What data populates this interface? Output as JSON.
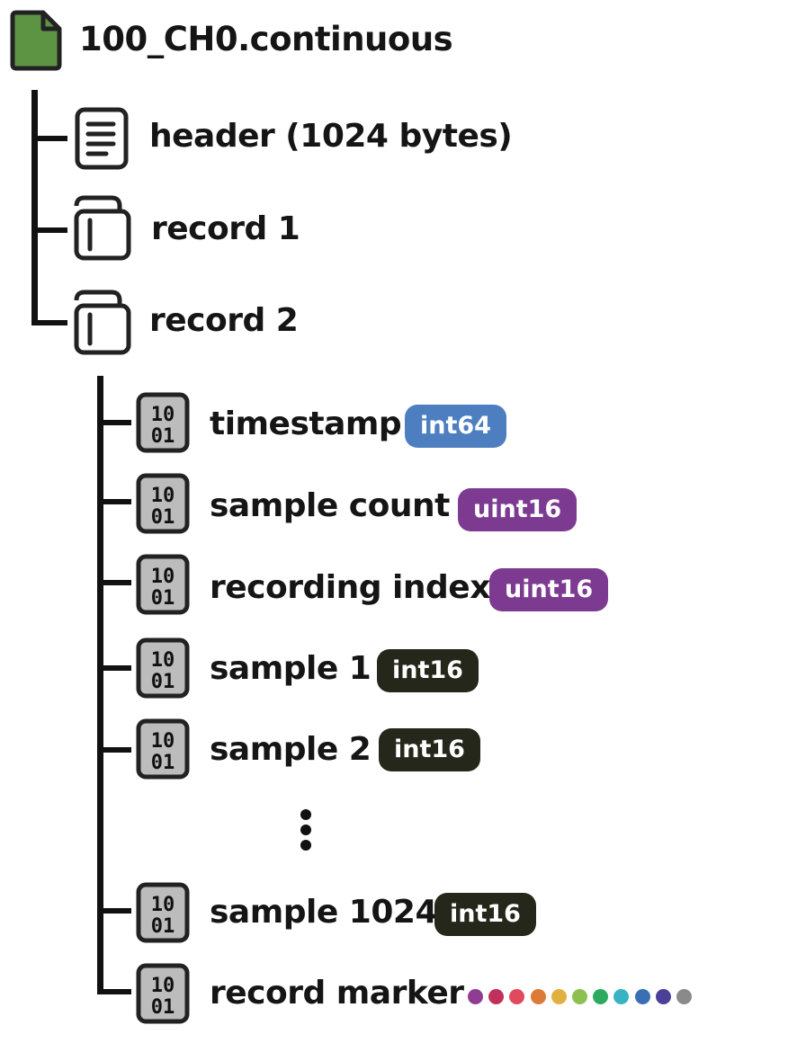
{
  "root": {
    "name": "100_CH0.continuous",
    "icon": "file-icon"
  },
  "children": [
    {
      "label": "header (1024 bytes)",
      "icon": "document-icon"
    },
    {
      "label": "record 1",
      "icon": "folder-icon"
    },
    {
      "label": "record 2",
      "icon": "folder-icon"
    }
  ],
  "record_fields": [
    {
      "label": "timestamp",
      "type": "int64",
      "icon": "binary-icon"
    },
    {
      "label": "sample count",
      "type": "uint16",
      "icon": "binary-icon"
    },
    {
      "label": "recording index",
      "type": "uint16",
      "icon": "binary-icon"
    },
    {
      "label": "sample 1",
      "type": "int16",
      "icon": "binary-icon"
    },
    {
      "label": "sample 2",
      "type": "int16",
      "icon": "binary-icon"
    },
    {
      "label": "sample 1024",
      "type": "int16",
      "icon": "binary-icon"
    },
    {
      "label": "record marker",
      "icon": "binary-icon"
    }
  ],
  "binary_icon_text": {
    "top": "10",
    "bottom": "01"
  },
  "type_colors": {
    "int64": "#4d7fc0",
    "uint16": "#7d3a91",
    "int16": "#24271a"
  },
  "record_marker_colors": [
    "#8f3d92",
    "#c0305a",
    "#e14a5e",
    "#dd7a38",
    "#e1b03e",
    "#8cc152",
    "#2eaa5f",
    "#38b3c4",
    "#3a6fb5",
    "#4b4097",
    "#8a8a8a"
  ],
  "icon_colors": {
    "file_fill": "#5d9444",
    "stroke": "#222222",
    "binary_fill": "#bcbcbc"
  }
}
